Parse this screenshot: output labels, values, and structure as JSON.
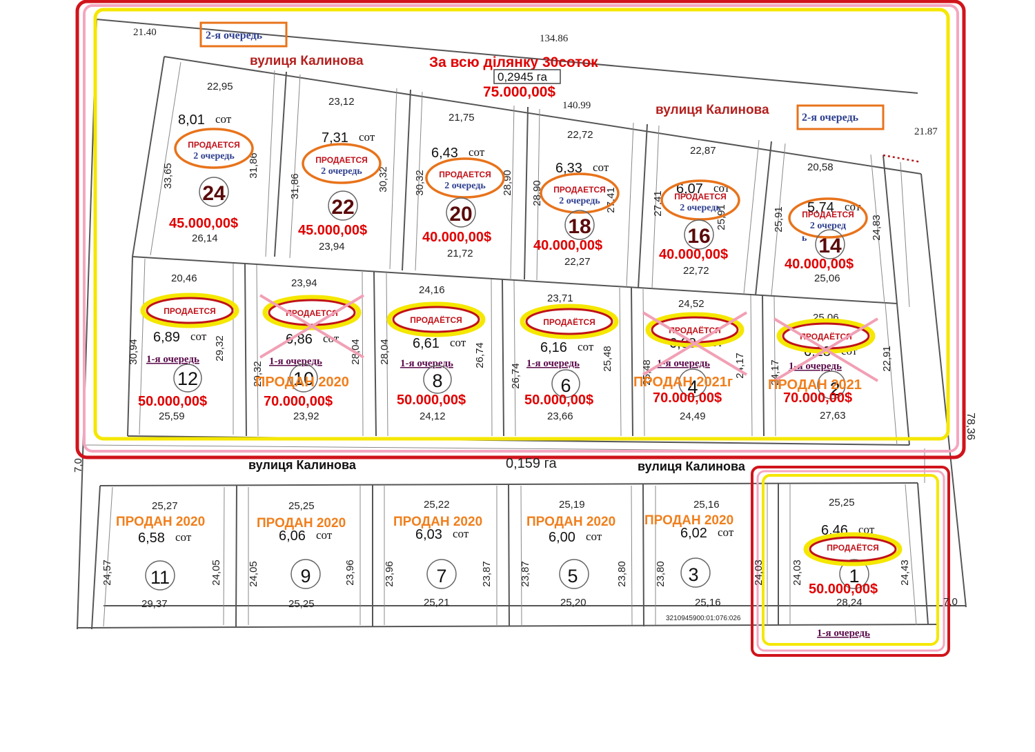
{
  "colors": {
    "line": "#555555",
    "red_frame": "#d0141c",
    "pink_frame": "#f4a6c0",
    "yellow_frame": "#f5e700",
    "price": "#e00000",
    "sold": "#f07f1d",
    "queue2": "#2e3f8f",
    "street": "#b3201e",
    "dark_number": "#5a0a0a",
    "oval_orange": "#e8731b",
    "oval_red": "#c0121a",
    "cross": "#f1a0b5"
  },
  "labels": {
    "street_top": "вулиця Калинова",
    "street_mid_right": "вулиця Калинова",
    "street_bottom_left": "вулиця Калинова",
    "street_bottom_right": "вулиця Калинова",
    "queue2_top_left": "2-я очередь",
    "queue2_top_right": "2-я очередь",
    "whole_plot": "За всю ділянку 30соток",
    "whole_area": "0,2945 га",
    "whole_price": "75.000,00$",
    "road_area": "0,159 га",
    "cadastral": "3210945900:01:076:026",
    "dim_top_left": "21.40",
    "dim_top_length": "134.86",
    "dim_mid_length": "140.99",
    "dim_right": "21.87",
    "dim_right_long": "78,36",
    "dim_left_small": "7,0",
    "dim_right_small": "7,0",
    "bottom_queue_1": "1-я очередь"
  },
  "row_top": [
    {
      "num": "24",
      "area": "8,01",
      "unit": "сот",
      "status": "ПРОДАЕТСЯ",
      "queue": "2 очередь",
      "price": "45.000,00$",
      "top": "22,95",
      "bottom": "26,14",
      "left": "33,65",
      "right": "31,86"
    },
    {
      "num": "22",
      "area": "7,31",
      "unit": "сот",
      "status": "ПРОДАЕТСЯ",
      "queue": "2 очередь",
      "price": "45.000,00$",
      "top": "23,12",
      "bottom": "23,94",
      "left": "31,86",
      "right": "30,32"
    },
    {
      "num": "20",
      "area": "6,43",
      "unit": "сот",
      "status": "ПРОДАЕТСЯ",
      "queue": "2 очередь",
      "price": "40.000,00$",
      "top": "21,75",
      "bottom": "21,72",
      "left": "30,32",
      "right": "28,90"
    },
    {
      "num": "18",
      "area": "6,33",
      "unit": "сот",
      "status": "ПРОДАЕТСЯ",
      "queue": "2 очередь",
      "price": "40.000,00$",
      "top": "22,72",
      "bottom": "22,27",
      "left": "28,90",
      "right": "27,41"
    },
    {
      "num": "16",
      "area": "6,07",
      "unit": "сот",
      "status": "ПРОДАЕТСЯ",
      "queue": "2 очередь",
      "price": "40.000,00$",
      "top": "22,87",
      "bottom": "22,72",
      "left": "27,41",
      "right": "25,91"
    },
    {
      "num": "14",
      "area": "5,74",
      "unit": "сот",
      "status": "ПРОДАЕТСЯ",
      "queue": "2 очеред",
      "queue_tail": "ь",
      "price": "40.000,00$",
      "top": "20,58",
      "bottom": "25,06",
      "left": "25,91",
      "right": "24,83"
    }
  ],
  "row_mid": [
    {
      "num": "12",
      "area": "6,89",
      "unit": "сот",
      "status": "ПРОДАЕТСЯ",
      "queue": "1-я очередь",
      "price": "50.000,00$",
      "sold": "",
      "top": "20,46",
      "bottom": "25,59",
      "left": "30,94",
      "right": "29,32"
    },
    {
      "num": "10",
      "area": "6,86",
      "unit": "сот",
      "status": "ПРОДАЕТСЯ",
      "queue": "1-я очередь",
      "price": "70.000,00$",
      "sold": "ПРОДАН 2020",
      "top": "23,94",
      "bottom": "23,92",
      "left": "29,32",
      "right": "28,04"
    },
    {
      "num": "8",
      "area": "6,61",
      "unit": "сот",
      "status": "ПРОДАЁТСЯ",
      "queue": "1-я очередь",
      "price": "50.000,00$",
      "sold": "",
      "top": "24,16",
      "bottom": "24,12",
      "left": "28,04",
      "right": "26,74"
    },
    {
      "num": "6",
      "area": "6,16",
      "unit": "сот",
      "status": "ПРОДАЁТСЯ",
      "queue": "1-я очередь",
      "price": "50.000,00$",
      "sold": "",
      "top": "23,71",
      "bottom": "23,66",
      "left": "26,74",
      "right": "25,48"
    },
    {
      "num": "4",
      "area": "6,08",
      "unit": "сот",
      "status": "ПРОДАЁТСЯ",
      "queue": "1-я очередь",
      "price": "70.000,00$",
      "sold": "ПРОДАН 2021г",
      "top": "24,52",
      "bottom": "24,49",
      "left": "25,48",
      "right": "24,17"
    },
    {
      "num": "2",
      "area": "6,18",
      "unit": "сот",
      "status": "ПРОДАЁТСЯ",
      "queue": "1-я очередь",
      "price": "70.000,00$",
      "sold": "ПРОДАН 2021",
      "top": "25,06",
      "bottom": "27,63",
      "left": "24,17",
      "right": "22,91"
    }
  ],
  "row_bottom": [
    {
      "num": "11",
      "area": "6,58",
      "unit": "сот",
      "sold": "ПРОДАН 2020",
      "top": "25,27",
      "bottom": "29,37",
      "left": "24,57",
      "right": "24,05"
    },
    {
      "num": "9",
      "area": "6,06",
      "unit": "сот",
      "sold": "ПРОДАН 2020",
      "top": "25,25",
      "bottom": "25,25",
      "left": "24,05",
      "right": "23,96"
    },
    {
      "num": "7",
      "area": "6,03",
      "unit": "сот",
      "sold": "ПРОДАН 2020",
      "top": "25,22",
      "bottom": "25,21",
      "left": "23,96",
      "right": "23,87"
    },
    {
      "num": "5",
      "area": "6,00",
      "unit": "сот",
      "sold": "ПРОДАН 2020",
      "top": "25,19",
      "bottom": "25,20",
      "left": "23,87",
      "right": "23,80"
    },
    {
      "num": "3",
      "area": "6,02",
      "unit": "сот",
      "sold": "ПРОДАН 2020",
      "top": "25,16",
      "bottom": "25,16",
      "left": "23,80",
      "right": "24,03"
    },
    {
      "num": "1",
      "area": "6,46",
      "unit": "сот",
      "status": "ПРОДАЁТСЯ",
      "price": "50.000,00$",
      "sold": "",
      "top": "25,25",
      "bottom": "28,24",
      "left": "24,03",
      "right": "24,43"
    }
  ]
}
